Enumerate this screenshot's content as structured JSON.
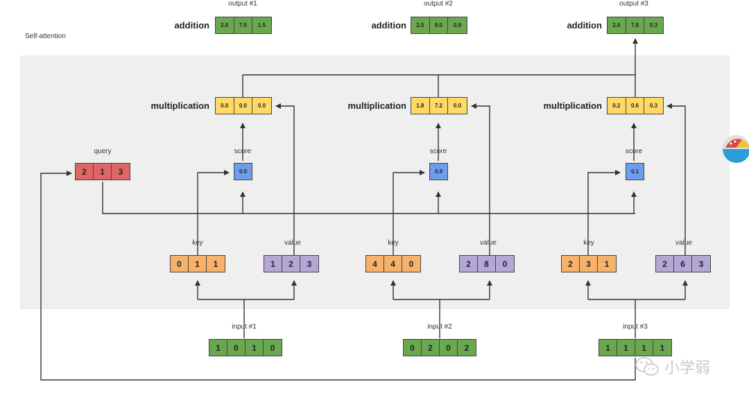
{
  "title": "Self-attention",
  "query": {
    "label": "query",
    "values": [
      "2",
      "1",
      "3"
    ]
  },
  "columns": [
    {
      "input_label": "input #1",
      "input": [
        "1",
        "0",
        "1",
        "0"
      ],
      "key_label": "key",
      "key": [
        "0",
        "1",
        "1"
      ],
      "value_label": "value",
      "value": [
        "1",
        "2",
        "3"
      ],
      "score_label": "score",
      "score": "0.0",
      "mult_label": "multiplication",
      "mult": [
        "0.0",
        "0.0",
        "0.0"
      ]
    },
    {
      "input_label": "input #2",
      "input": [
        "0",
        "2",
        "0",
        "2"
      ],
      "key_label": "key",
      "key": [
        "4",
        "4",
        "0"
      ],
      "value_label": "value",
      "value": [
        "2",
        "8",
        "0"
      ],
      "score_label": "score",
      "score": "0.9",
      "mult_label": "multiplication",
      "mult": [
        "1.8",
        "7.2",
        "0.0"
      ]
    },
    {
      "input_label": "input #3",
      "input": [
        "1",
        "1",
        "1",
        "1"
      ],
      "key_label": "key",
      "key": [
        "2",
        "3",
        "1"
      ],
      "value_label": "value",
      "value": [
        "2",
        "6",
        "3"
      ],
      "score_label": "score",
      "score": "0.1",
      "mult_label": "multiplication",
      "mult": [
        "0.2",
        "0.6",
        "0.3"
      ]
    }
  ],
  "outputs": [
    {
      "label": "output #1",
      "op_label": "addition",
      "values": [
        "2.0",
        "7.0",
        "1.5"
      ]
    },
    {
      "label": "output #2",
      "op_label": "addition",
      "values": [
        "2.0",
        "8.0",
        "0.0"
      ]
    },
    {
      "label": "output #3",
      "op_label": "addition",
      "values": [
        "2.0",
        "7.8",
        "0.3"
      ]
    }
  ],
  "watermark": {
    "text": "小学弱",
    "icon": "wechat-icon"
  },
  "colors": {
    "query": "#e06666",
    "key": "#f6b26b",
    "value": "#b4a7d6",
    "input": "#6aa84f",
    "output": "#6aa84f",
    "multiplication": "#ffd966",
    "score": "#6d9eeb",
    "panel": "#efefef"
  }
}
